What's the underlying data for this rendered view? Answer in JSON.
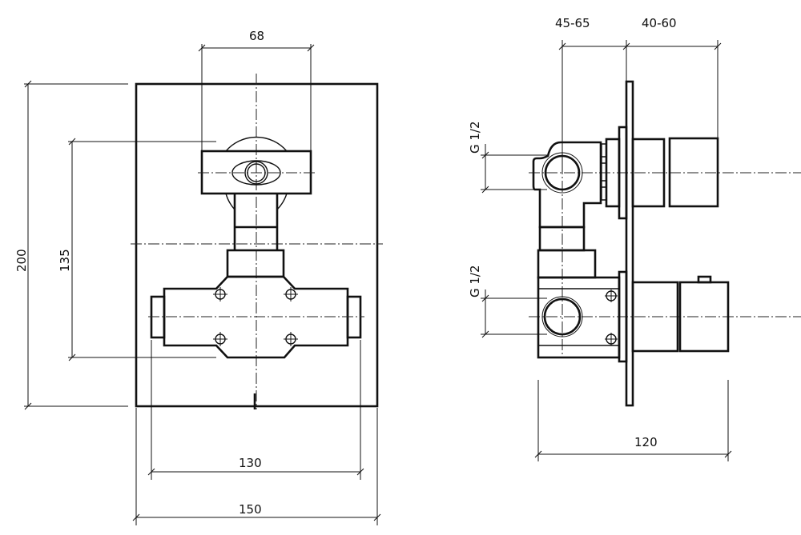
{
  "front_view": {
    "dim_handle_spacing": "68",
    "dim_height": "200",
    "dim_body_height": "135",
    "dim_body_width": "130",
    "dim_plate_width": "150"
  },
  "side_view": {
    "dim_wall_depth": "45-65",
    "dim_projection": "40-60",
    "thread_upper": "G 1/2",
    "thread_lower": "G 1/2",
    "dim_total_depth": "120"
  }
}
